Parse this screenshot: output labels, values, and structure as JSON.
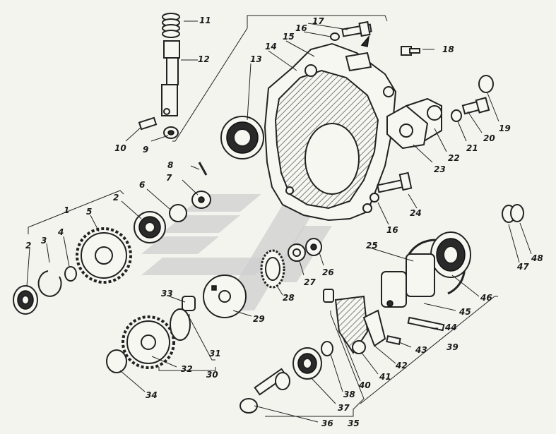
{
  "labels": [
    "1",
    "2",
    "3",
    "4",
    "5",
    "6",
    "7",
    "8",
    "9",
    "10",
    "11",
    "12",
    "13",
    "14",
    "15",
    "16",
    "17",
    "18",
    "19",
    "20",
    "21",
    "22",
    "23",
    "24",
    "25",
    "26",
    "27",
    "28",
    "29",
    "30",
    "31",
    "32",
    "33",
    "34",
    "35",
    "36",
    "37",
    "38",
    "39",
    "40",
    "41",
    "42",
    "43",
    "44",
    "45",
    "46",
    "47",
    "48"
  ],
  "colors": {
    "ink": "#222222",
    "paper": "#f4f4ef",
    "watermark": "#cfcfcf"
  }
}
